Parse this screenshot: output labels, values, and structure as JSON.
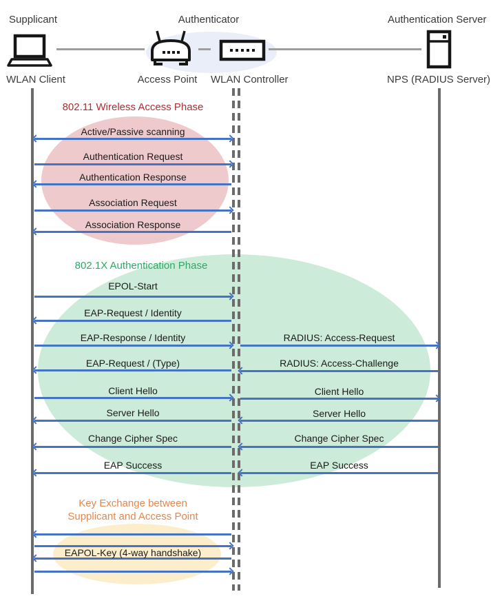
{
  "header": {
    "roles": {
      "supplicant": "Supplicant",
      "authenticator": "Authenticator",
      "auth_server": "Authentication Server"
    },
    "devices": {
      "wlan_client": "WLAN Client",
      "access_point": "Access Point",
      "wlan_controller": "WLAN Controller",
      "nps": "NPS (RADIUS Server)"
    }
  },
  "phase1": {
    "title": "802.11 Wireless Access Phase",
    "title_color": "#b12b33",
    "ellipse_color": "#eecacd",
    "messages": [
      {
        "label": "Active/Passive scanning",
        "direction": "both"
      },
      {
        "label": "Authentication Request",
        "direction": "right"
      },
      {
        "label": "Authentication Response",
        "direction": "left"
      },
      {
        "label": "Association Request",
        "direction": "right"
      },
      {
        "label": "Association Response",
        "direction": "left"
      }
    ]
  },
  "phase2": {
    "title": "802.1X Authentication Phase",
    "title_color": "#2fa866",
    "ellipse_color": "#cdebd9",
    "client_to_controller": [
      {
        "label": "EPOL-Start",
        "direction": "right"
      },
      {
        "label": "EAP-Request / Identity",
        "direction": "left"
      },
      {
        "label": "EAP-Response / Identity",
        "direction": "right"
      },
      {
        "label": "EAP-Request / (Type)",
        "direction": "left"
      },
      {
        "label": "Client Hello",
        "direction": "right"
      },
      {
        "label": "Server Hello",
        "direction": "left"
      },
      {
        "label": "Change Cipher Spec",
        "direction": "left"
      },
      {
        "label": "EAP Success",
        "direction": "left"
      }
    ],
    "controller_to_server": [
      {
        "label": "RADIUS: Access-Request",
        "direction": "right"
      },
      {
        "label": "RADIUS: Access-Challenge",
        "direction": "left"
      },
      {
        "label": "Client Hello",
        "direction": "right"
      },
      {
        "label": "Server Hello",
        "direction": "left"
      },
      {
        "label": "Change Cipher Spec",
        "direction": "left"
      },
      {
        "label": "EAP Success",
        "direction": "left"
      }
    ]
  },
  "phase3": {
    "title_line1": "Key Exchange between",
    "title_line2": "Supplicant and Access Point",
    "title_color": "#e2874f",
    "ellipse_color": "#fdeecb",
    "message": "EAPOL-Key (4-way handshake)",
    "arrows": [
      "left",
      "right",
      "left",
      "right"
    ]
  },
  "colors": {
    "arrow": "#4472c4",
    "lifeline": "#6b6b6b",
    "connector": "#9e9e9e",
    "authenticator_ellipse": "#e9eef8"
  }
}
